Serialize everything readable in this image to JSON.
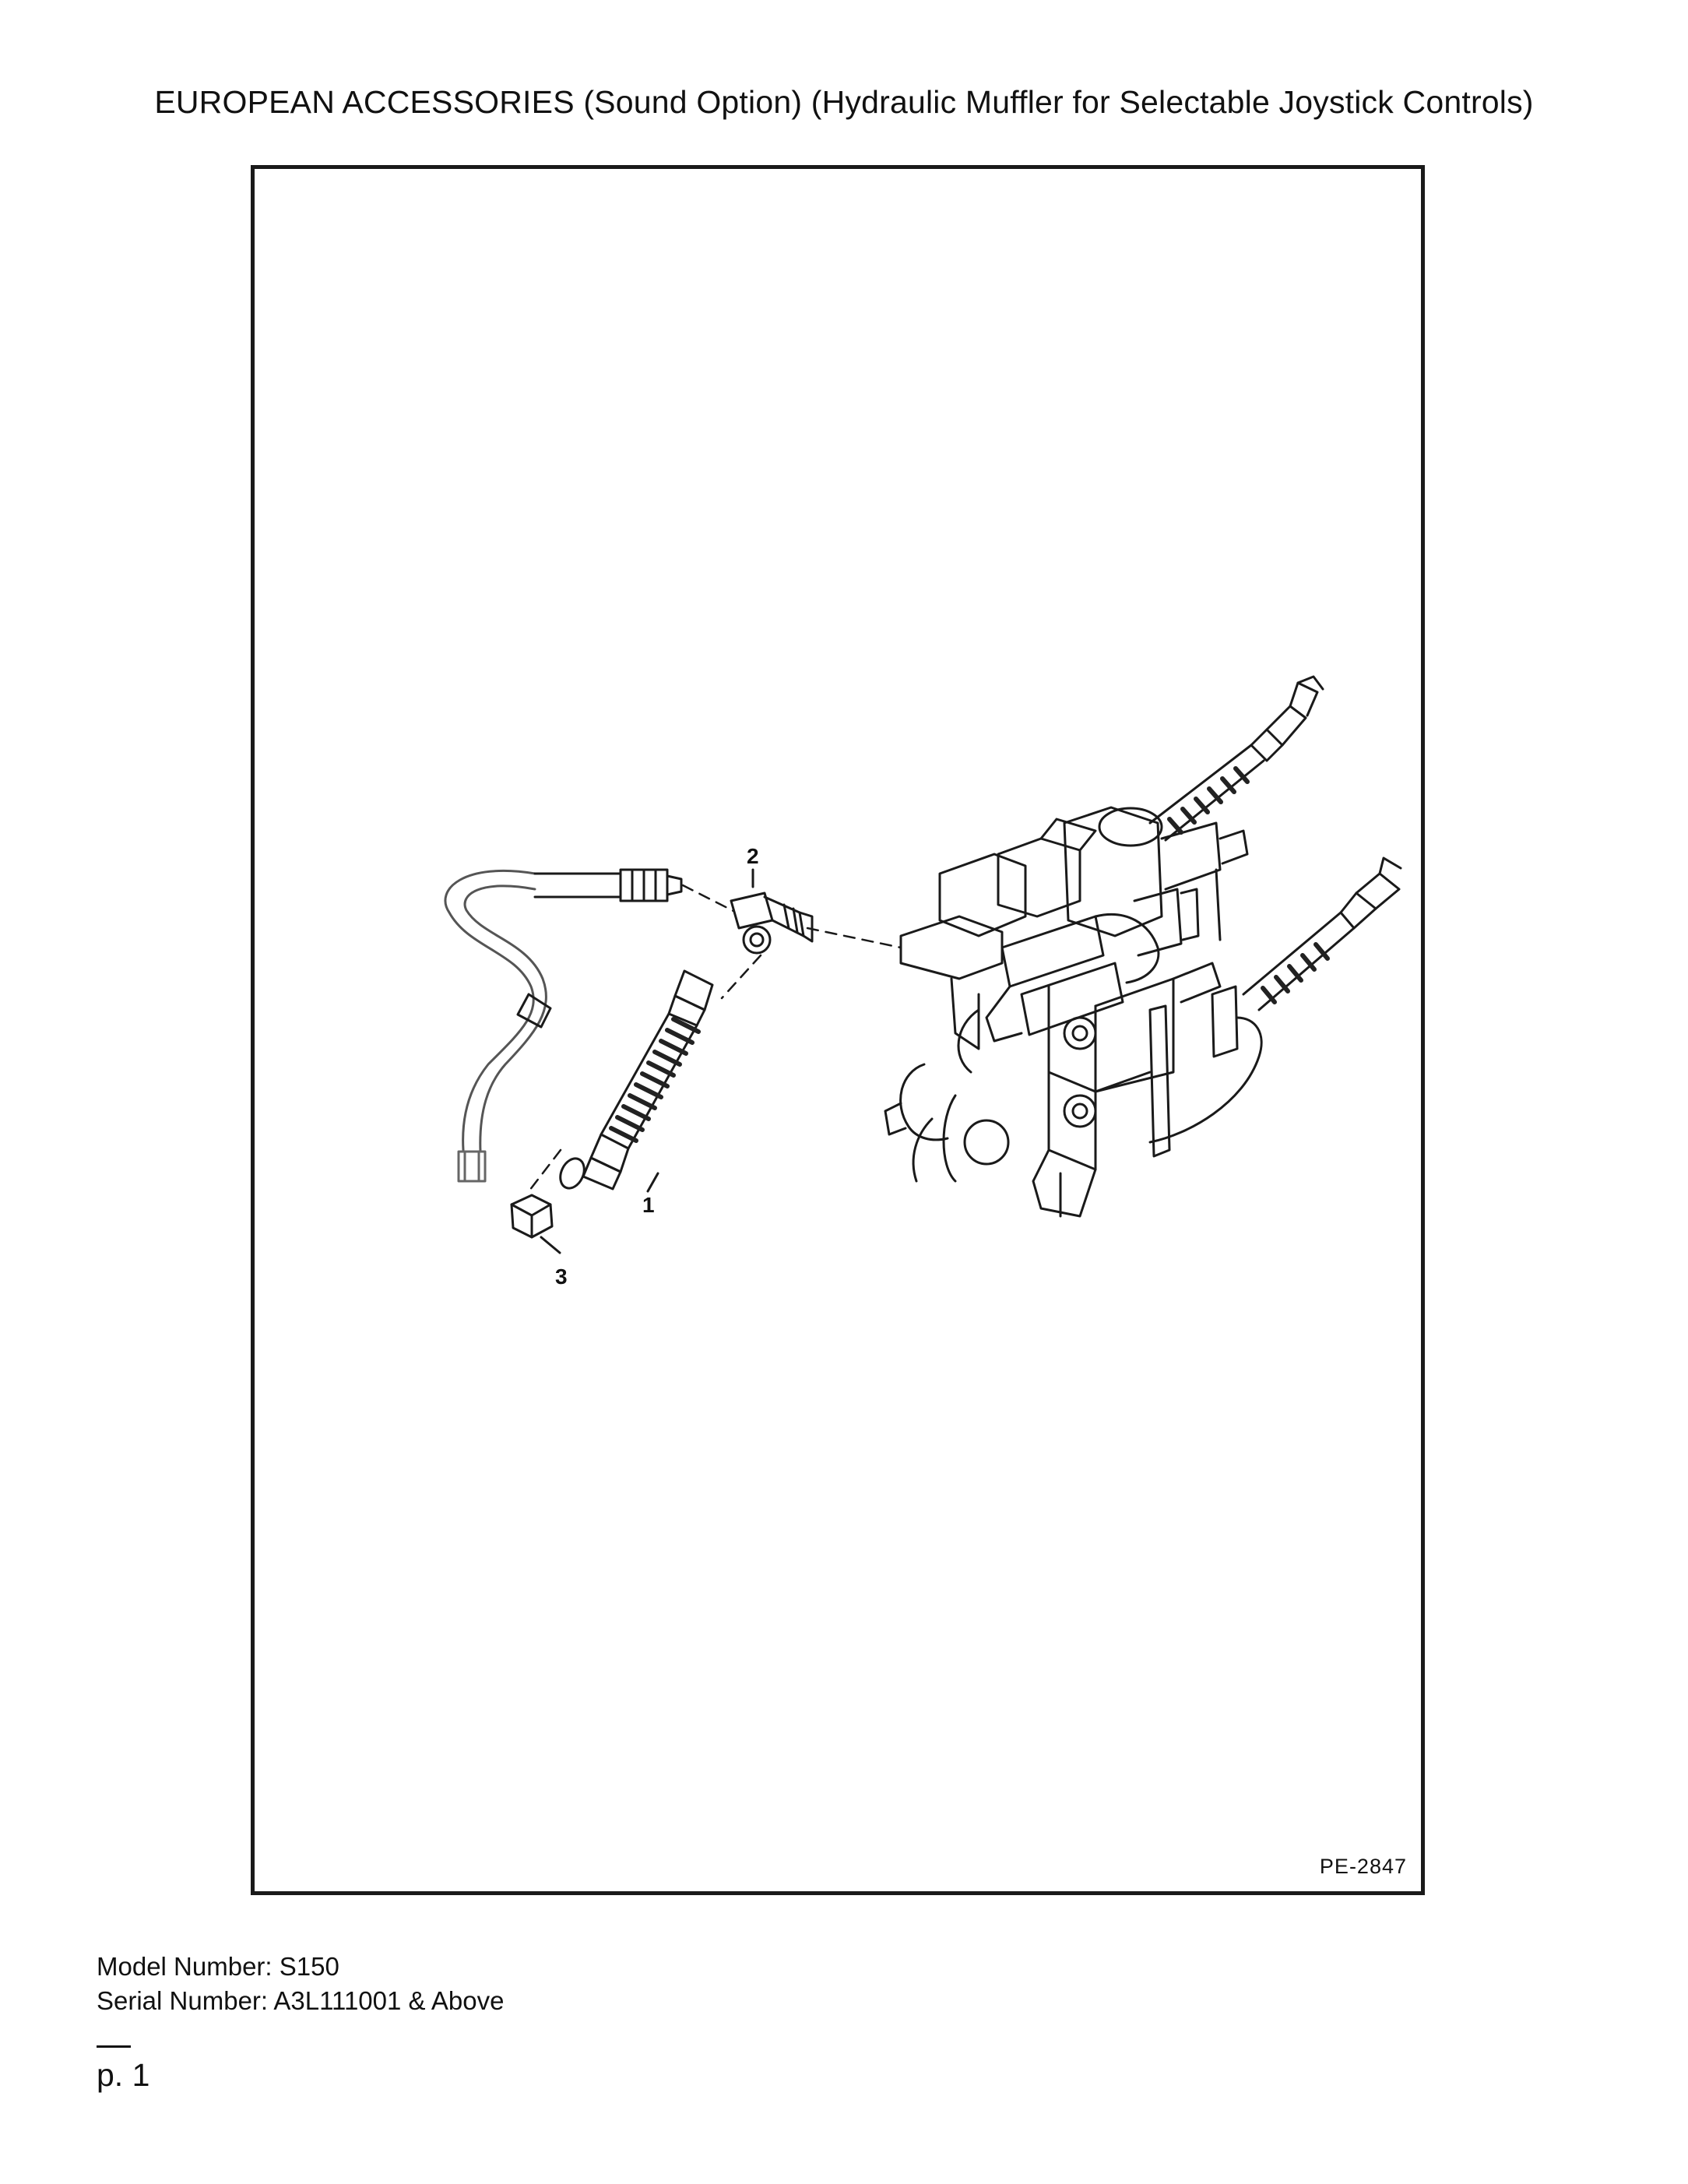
{
  "header": {
    "title": "EUROPEAN ACCESSORIES (Sound Option) (Hydraulic Muffler for Selectable Joystick Controls)"
  },
  "figure": {
    "code": "PE-2847",
    "callouts": {
      "item1": "1",
      "item2": "2",
      "item3": "3"
    },
    "icons": [
      "hydraulic-hose-icon",
      "tee-fitting-icon",
      "hex-cap-nut-icon",
      "control-valve-assembly-icon",
      "existing-hose-icon"
    ]
  },
  "footer": {
    "model_line": "Model Number: S150",
    "serial_line": "Serial Number: A3L111001 & Above",
    "page": "p. 1"
  }
}
